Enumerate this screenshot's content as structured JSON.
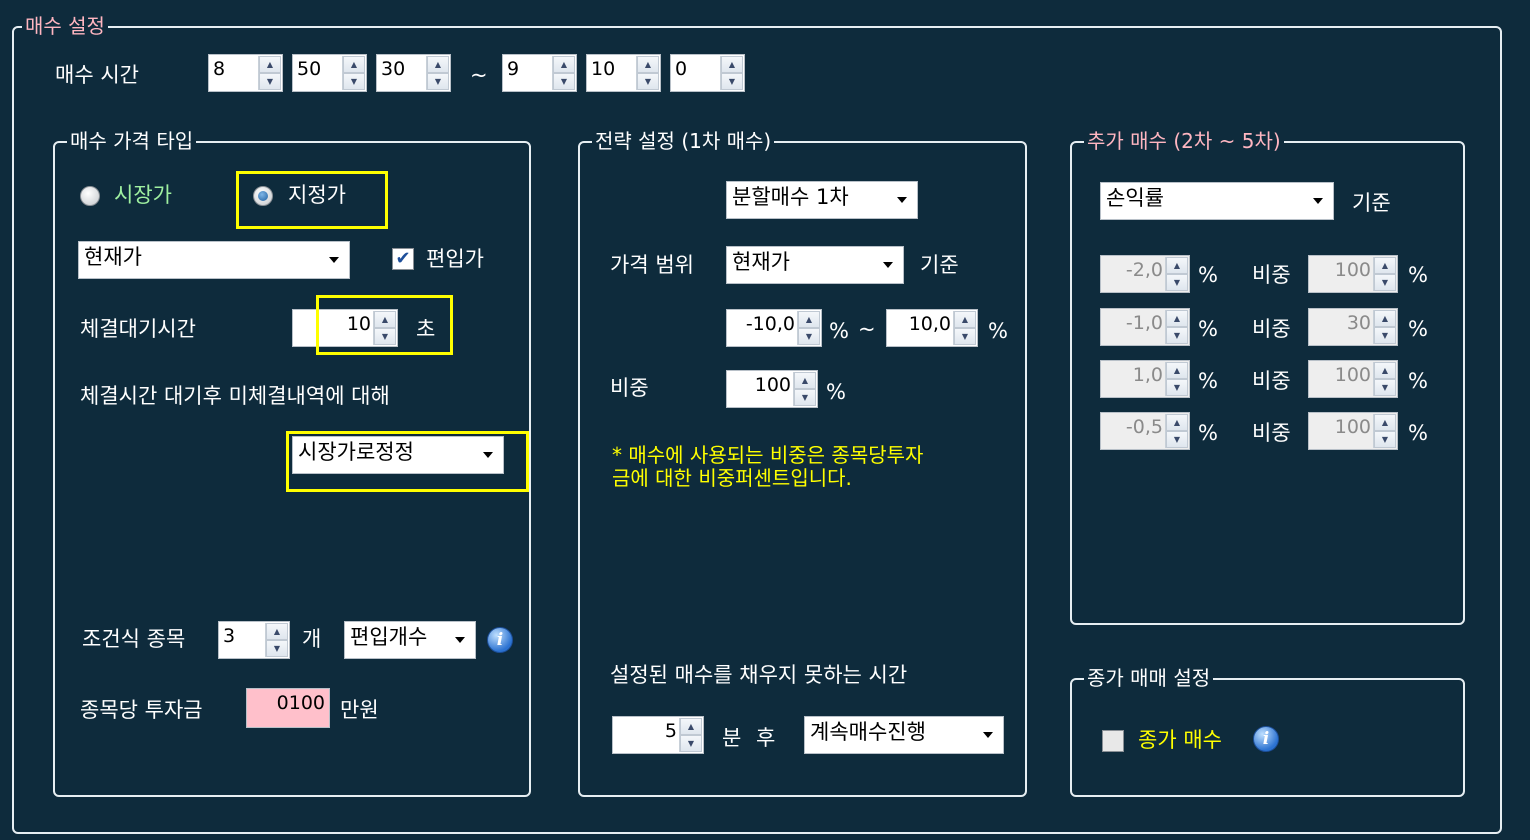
{
  "title": "매수 설정",
  "buy_time": {
    "label": "매수 시간",
    "start": [
      "8",
      "50",
      "30"
    ],
    "tilde": "~",
    "end": [
      "9",
      "10",
      "0"
    ]
  },
  "price_type": {
    "legend": "매수 가격 타입",
    "market_label": "시장가",
    "limit_label": "지정가",
    "selected": "지정가",
    "price_select": "현재가",
    "include_label": "편입가",
    "include_checked": true,
    "wait_label": "체결대기시간",
    "wait_value": "10",
    "wait_unit": "초",
    "after_label": "체결시간 대기후 미체결내역에 대해",
    "after_select": "시장가로정정",
    "cond_label": "조건식 종목",
    "cond_value": "3",
    "cond_unit": "개",
    "cond_select": "편입개수",
    "invest_label": "종목당 투자금",
    "invest_value": "0100",
    "invest_unit": "만원"
  },
  "strategy": {
    "legend": "전략 설정 (1차 매수)",
    "split_select": "분할매수 1차",
    "range_label": "가격 범위",
    "range_select": "현재가",
    "range_basis": "기준",
    "range_from": "-10,0",
    "pct": "%",
    "tilde": "~",
    "range_to": "10,0",
    "weight_label": "비중",
    "weight_value": "100",
    "note": "* 매수에 사용되는 비중은 종목당투자금에 대한 비중퍼센트입니다.",
    "note_line1": "* 매수에 사용되는 비중은 종목당투자",
    "note_line2": "금에 대한 비중퍼센트입니다.",
    "unfilled_label": "설정된 매수를 채우지 못하는 시간",
    "minutes_value": "5",
    "minutes_label": "분 후",
    "unfilled_select": "계속매수진행"
  },
  "additional": {
    "legend": "추가 매수 (2차 ~ 5차)",
    "basis_select": "손익률",
    "basis_label": "기준",
    "pct": "%",
    "weight_label": "비중",
    "rows": [
      {
        "rate": "-2,0",
        "weight": "100"
      },
      {
        "rate": "-1,0",
        "weight": "30"
      },
      {
        "rate": "1,0",
        "weight": "100"
      },
      {
        "rate": "-0,5",
        "weight": "100"
      }
    ]
  },
  "closing": {
    "legend": "종가 매매 설정",
    "checkbox_label": "종가 매수",
    "checked": false
  },
  "colors": {
    "background": "#0e2b3c",
    "highlight": "#ffff00",
    "market_label": "#9ff0a0",
    "pink_field": "#ffc0cb"
  }
}
